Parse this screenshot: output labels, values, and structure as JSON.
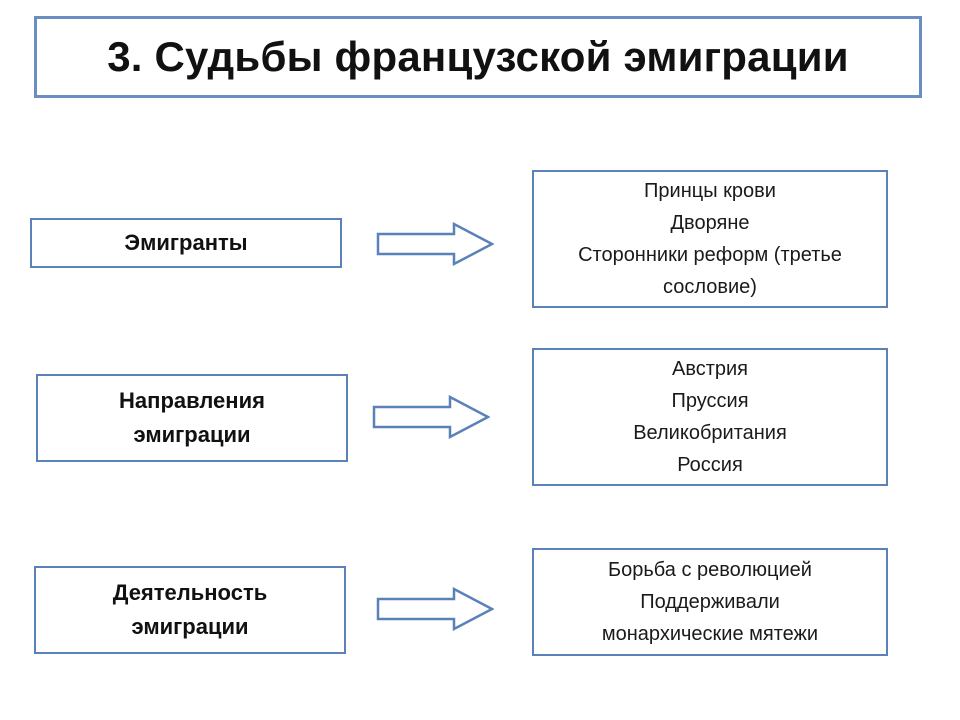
{
  "title": "3. Судьбы французской эмиграции",
  "rows": [
    {
      "left": [
        "Эмигранты"
      ],
      "right": [
        "Принцы крови",
        "Дворяне",
        "Сторонники реформ (третье",
        "сословие)"
      ]
    },
    {
      "left": [
        "Направления",
        "эмиграции"
      ],
      "right": [
        "Австрия",
        "Пруссия",
        "Великобритания",
        "Россия"
      ]
    },
    {
      "left": [
        "Деятельность",
        "эмиграции"
      ],
      "right": [
        "Борьба с революцией",
        "Поддерживали",
        "монархические мятежи"
      ]
    }
  ],
  "colors": {
    "border": "#5b82b8",
    "arrow_stroke": "#5b82b8",
    "arrow_fill": "#ffffff"
  }
}
